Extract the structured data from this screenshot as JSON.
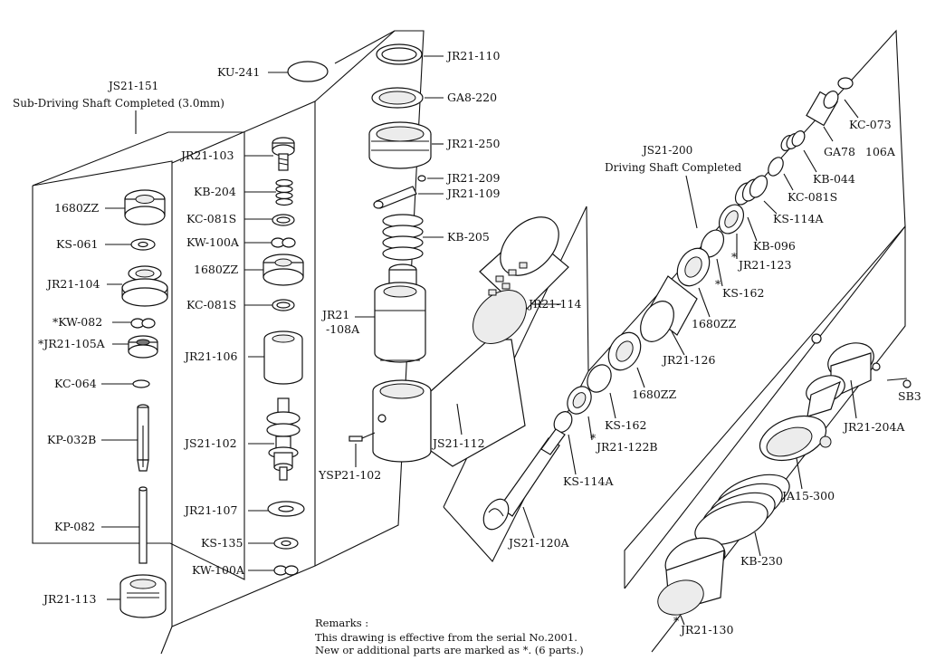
{
  "assemblies": {
    "sub_driving_shaft": {
      "code": "JS21-151",
      "name": "Sub-Driving Shaft Completed (3.0mm)"
    },
    "driving_shaft": {
      "code": "JS21-200",
      "name": "Driving Shaft Completed"
    }
  },
  "parts": {
    "p_1680zz_a": "1680ZZ",
    "ks_061": "KS-061",
    "jr21_104": "JR21-104",
    "kw_082": "*KW-082",
    "jr21_105a": "*JR21-105A",
    "kc_064": "KC-064",
    "kp_032b": "KP-032B",
    "kp_082": "KP-082",
    "jr21_113": "JR21-113",
    "jr21_103": "JR21-103",
    "kb_204": "KB-204",
    "kc_081s_a": "KC-081S",
    "kw_100a_a": "KW-100A",
    "p_1680zz_b": "1680ZZ",
    "kc_081s_b": "KC-081S",
    "jr21_106": "JR21-106",
    "js21_102": "JS21-102",
    "jr21_107": "JR21-107",
    "ks_135": "KS-135",
    "kw_100a_b": "KW-100A",
    "ku_241": "KU-241",
    "jr21_110": "JR21-110",
    "ga8_220": "GA8-220",
    "jr21_250": "JR21-250",
    "jr21_209": "JR21-209",
    "jr21_109": "JR21-109",
    "kb_205": "KB-205",
    "jr21_108a_1": "JR21",
    "jr21_108a_2": "-108A",
    "js21_112": "JS21-112",
    "ysp21_102": "YSP21-102",
    "jr21_114": "JR21-114",
    "kc_073": "KC-073",
    "ga78": "GA78",
    "p_106a": "106A",
    "kb_044": "KB-044",
    "kc_081s_c": "KC-081S",
    "ks_114a_a": "KS-114A",
    "kb_096": "KB-096",
    "jr21_123": "JR21-123",
    "ks_162_a": "KS-162",
    "p_1680zz_c": "1680ZZ",
    "jr21_126": "JR21-126",
    "p_1680zz_d": "1680ZZ",
    "ks_162_b": "KS-162",
    "jr21_122b": "JR21-122B",
    "ks_114a_b": "KS-114A",
    "js21_120a": "JS21-120A",
    "jr21_204a": "JR21-204A",
    "sb3": "SB3",
    "ja15_300": "JA15-300",
    "kb_230": "KB-230",
    "jr21_130": "JR21-130"
  },
  "marks": {
    "star": "*"
  },
  "remarks": {
    "heading": "Remarks :",
    "line1": "This drawing is effective from the serial No.2001.",
    "line2": "New or additional parts are marked as *. (6 parts.)"
  }
}
